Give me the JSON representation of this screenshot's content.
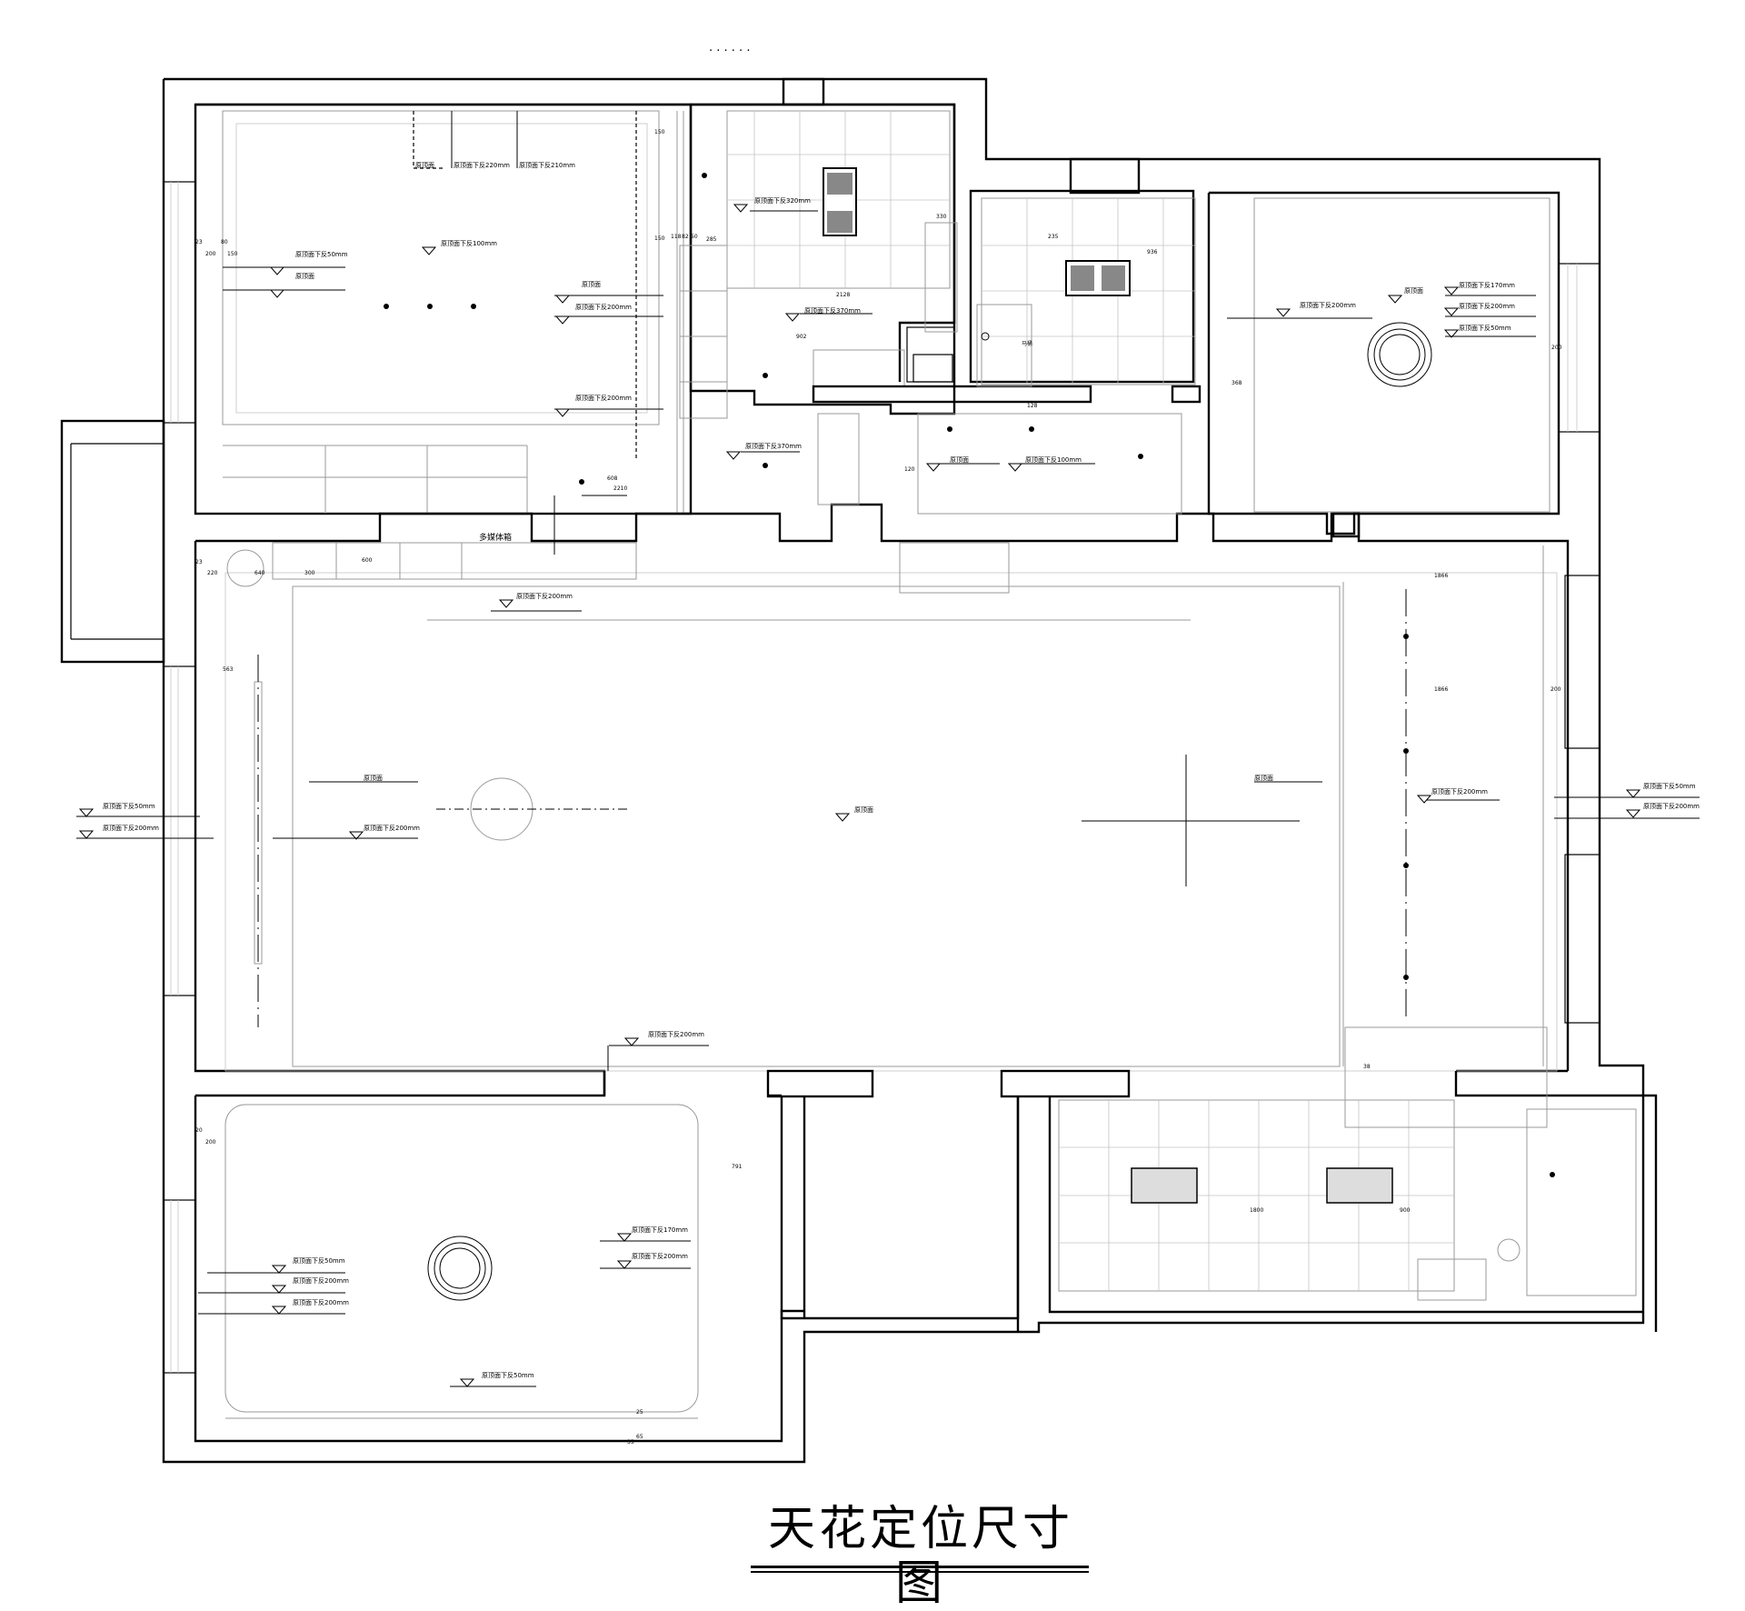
{
  "drawing": {
    "title": "天花定位尺寸图",
    "top_note": "·  ·  ·  ·  ·  ·",
    "room_label": "多媒体箱",
    "toilet_label": "马桶"
  },
  "annotations": [
    {
      "text": "原顶面"
    },
    {
      "text": "原顶面下反220mm"
    },
    {
      "text": "原顶面下反210mm"
    },
    {
      "text": "原顶面下反100mm"
    },
    {
      "text": "原顶面下反50mm"
    },
    {
      "text": "原顶面"
    },
    {
      "text": "原顶面"
    },
    {
      "text": "原顶面下反200mm"
    },
    {
      "text": "原顶面下反200mm"
    },
    {
      "text": "原顶面下反320mm"
    },
    {
      "text": "原顶面下反370mm"
    },
    {
      "text": "原顶面下反370mm"
    },
    {
      "text": "原顶面"
    },
    {
      "text": "原顶面下反100mm"
    },
    {
      "text": "原顶面下反200mm"
    },
    {
      "text": "原顶面"
    },
    {
      "text": "原顶面下反170mm"
    },
    {
      "text": "原顶面下反200mm"
    },
    {
      "text": "原顶面下反50mm"
    },
    {
      "text": "原顶面下反200mm"
    },
    {
      "text": "原顶面下反200mm"
    },
    {
      "text": "原顶面下反50mm"
    },
    {
      "text": "原顶面"
    },
    {
      "text": "原顶面下反200mm"
    },
    {
      "text": "原顶面"
    },
    {
      "text": "原顶面"
    },
    {
      "text": "原顶面下反200mm"
    },
    {
      "text": "原顶面下反50mm"
    },
    {
      "text": "原顶面下反200mm"
    },
    {
      "text": "原顶面下反200mm"
    },
    {
      "text": "原顶面下反170mm"
    },
    {
      "text": "原顶面下反200mm"
    },
    {
      "text": "原顶面下反50mm"
    },
    {
      "text": "原顶面下反200mm"
    },
    {
      "text": "原顶面下反200mm"
    },
    {
      "text": "原顶面下反50mm"
    }
  ],
  "dimensions": [
    {
      "text": "150"
    },
    {
      "text": "150"
    },
    {
      "text": "118"
    },
    {
      "text": "82"
    },
    {
      "text": "50"
    },
    {
      "text": "285"
    },
    {
      "text": "330"
    },
    {
      "text": "2128"
    },
    {
      "text": "902"
    },
    {
      "text": "936"
    },
    {
      "text": "235"
    },
    {
      "text": "368"
    },
    {
      "text": "200"
    },
    {
      "text": "200"
    },
    {
      "text": "23"
    },
    {
      "text": "80"
    },
    {
      "text": "150"
    },
    {
      "text": "2210"
    },
    {
      "text": "608"
    },
    {
      "text": "128"
    },
    {
      "text": "120"
    },
    {
      "text": "1866"
    },
    {
      "text": "1866"
    },
    {
      "text": "200"
    },
    {
      "text": "220"
    },
    {
      "text": "640"
    },
    {
      "text": "300"
    },
    {
      "text": "563"
    },
    {
      "text": "600"
    },
    {
      "text": "791"
    },
    {
      "text": "200"
    },
    {
      "text": "20"
    },
    {
      "text": "1800"
    },
    {
      "text": "900"
    },
    {
      "text": "38"
    },
    {
      "text": "25"
    },
    {
      "text": "65"
    },
    {
      "text": "35"
    },
    {
      "text": "23"
    }
  ]
}
